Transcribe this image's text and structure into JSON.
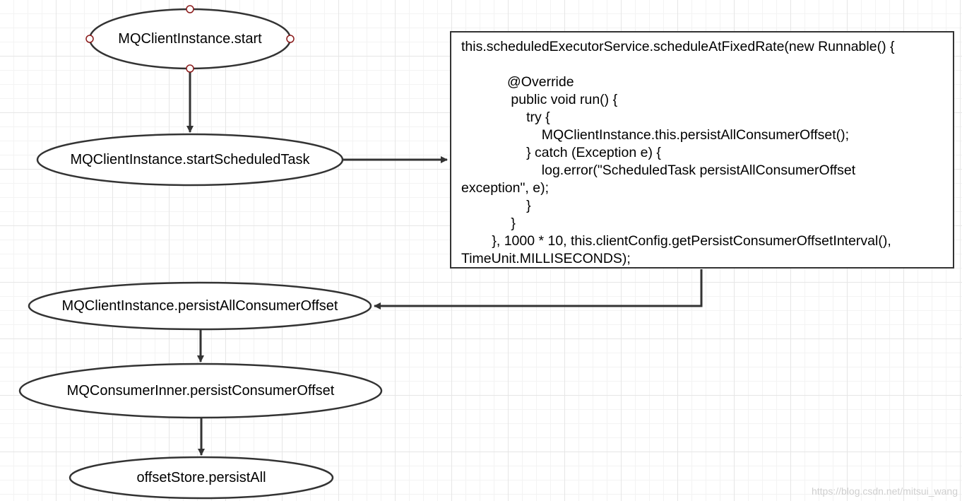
{
  "nodes": {
    "start": "MQClientInstance.start",
    "start_scheduled_task": "MQClientInstance.startScheduledTask",
    "persist_all_consumer_offset": "MQClientInstance.persistAllConsumerOffset",
    "consumer_inner_persist": "MQConsumerInner.persistConsumerOffset",
    "offset_store_persist_all": "offsetStore.persistAll"
  },
  "code_box": {
    "lines": [
      "this.scheduledExecutorService.scheduleAtFixedRate(new Runnable() {",
      "",
      "            @Override",
      "             public void run() {",
      "                 try {",
      "                     MQClientInstance.this.persistAllConsumerOffset();",
      "                 } catch (Exception e) {",
      "                     log.error(\"ScheduledTask persistAllConsumerOffset",
      "exception\", e);",
      "                 }",
      "             }",
      "        }, 1000 * 10, this.clientConfig.getPersistConsumerOffsetInterval(),",
      "TimeUnit.MILLISECONDS);"
    ]
  },
  "watermark": "https://blog.csdn.net/mitsui_wang",
  "colors": {
    "stroke": "#333333",
    "handle": "#8b1a1a",
    "grid": "#e6e6e6"
  }
}
